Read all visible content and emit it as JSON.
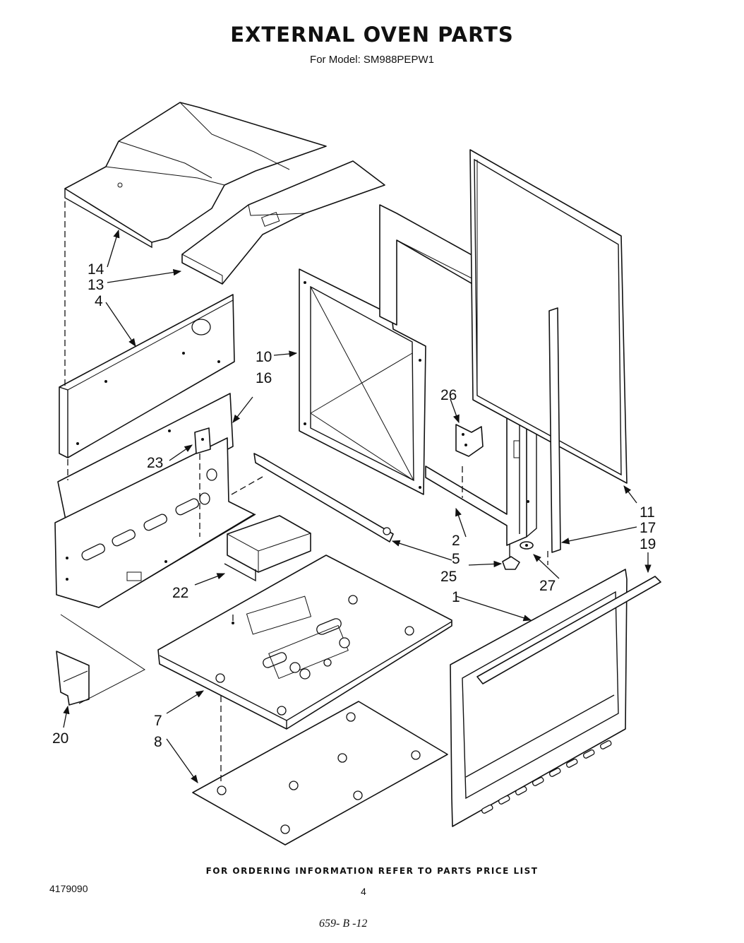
{
  "header": {
    "title": "EXTERNAL OVEN PARTS",
    "subtitle": "For Model: SM988PEPW1"
  },
  "diagram": {
    "callouts": {
      "c1": "1",
      "c2": "2",
      "c4": "4",
      "c5": "5",
      "c7": "7",
      "c8": "8",
      "c10": "10",
      "c11": "11",
      "c13": "13",
      "c14": "14",
      "c16": "16",
      "c17": "17",
      "c19": "19",
      "c20": "20",
      "c22": "22",
      "c23": "23",
      "c25": "25",
      "c26": "26",
      "c27": "27"
    }
  },
  "footer": {
    "ordering_note": "FOR ORDERING INFORMATION REFER TO PARTS PRICE LIST",
    "doc_number": "4179090",
    "page_number": "4",
    "handwritten_note": "659- B -12"
  }
}
